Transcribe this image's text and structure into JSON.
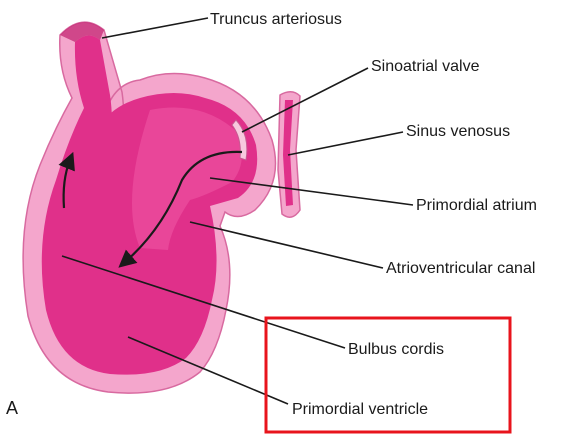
{
  "figure": {
    "panel_letter": "A",
    "labels": [
      {
        "id": "truncus-arteriosus",
        "text": "Truncus arteriosus"
      },
      {
        "id": "sinoatrial-valve",
        "text": "Sinoatrial valve"
      },
      {
        "id": "sinus-venosus",
        "text": "Sinus venosus"
      },
      {
        "id": "primordial-atrium",
        "text": "Primordial atrium"
      },
      {
        "id": "atrioventricular-canal",
        "text": "Atrioventricular canal"
      },
      {
        "id": "bulbus-cordis",
        "text": "Bulbus cordis"
      },
      {
        "id": "primordial-ventricle",
        "text": "Primordial ventricle"
      }
    ]
  },
  "colors": {
    "tissue_outer": "#f4a6cc",
    "tissue_inner": "#e0308a",
    "highlight_box": "#e8141c",
    "arrow": "#1a1a1a"
  }
}
